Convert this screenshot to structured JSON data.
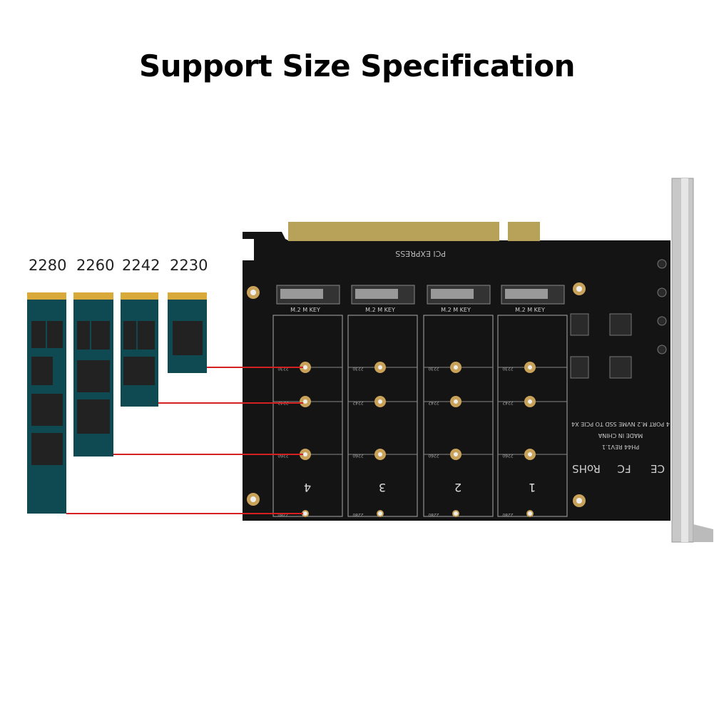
{
  "title": "Support Size Specification",
  "ssd_sizes": [
    {
      "label": "2280"
    },
    {
      "label": "2260"
    },
    {
      "label": "2242"
    },
    {
      "label": "2230"
    }
  ],
  "board": {
    "slot_labels": [
      "4",
      "3",
      "2",
      "1"
    ],
    "connector_label": "M.2 M KEY",
    "hole_labels": [
      "2230",
      "2242",
      "2260",
      "2280"
    ],
    "pcie_logo": "PCI EXPRESS",
    "product_text": "4 PORT M.2 NVME SSD TO PCIE X4",
    "made_in": "MADE IN CHINA",
    "revision": "PH44 REV1.1",
    "certifications": [
      "RoHS",
      "FC",
      "CE"
    ]
  },
  "colors": {
    "ssd_pcb": "#0f4a52",
    "ssd_gold": "#d9a93a",
    "board": "#141414",
    "guide_line": "#d42020"
  }
}
